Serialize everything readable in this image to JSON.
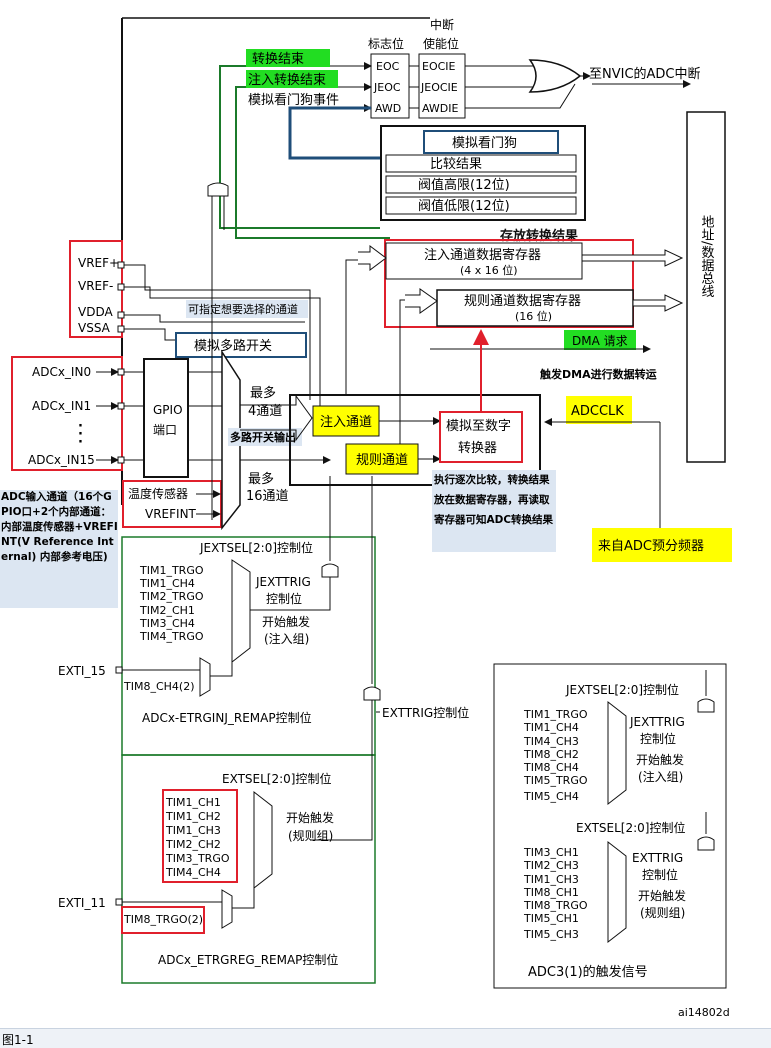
{
  "flags": {
    "header_flag": "标志位",
    "header_interrupt_line1": "中断",
    "header_interrupt_line2": "使能位",
    "eoc": "EOC",
    "jeoc": "JEOC",
    "awd": "AWD",
    "eocie": "EOCIE",
    "jeocie": "JEOCIE",
    "awdie": "AWDIE",
    "nvic": "至NVIC的ADC中断"
  },
  "events": {
    "conversion_end": "转换结束",
    "injected_end": "注入转换结束",
    "watchdog_event": "模拟看门狗事件"
  },
  "watchdog": {
    "title": "模拟看门狗",
    "compare_result": "比较结果",
    "high_threshold": "阀值高限(12位)",
    "low_threshold": "阀值低限(12位)"
  },
  "registers": {
    "store_result": "存放转换结果",
    "injected_reg": "注入通道数据寄存器",
    "injected_reg_size": "(4 x 16 位)",
    "regular_reg": "规则通道数据寄存器",
    "regular_reg_size": "(16 位)",
    "dma_request": "DMA 请求",
    "dma_note": "触发DMA进行数据转运",
    "bus": "地址/数据总线"
  },
  "inputs": {
    "vref_plus": "VREF+",
    "vref_minus": "VREF-",
    "vdda": "VDDA",
    "vssa": "VSSA",
    "in0": "ADCx_IN0",
    "in1": "ADCx_IN1",
    "in15": "ADCx_IN15",
    "gpio_line1": "GPIO",
    "gpio_line2": "端口",
    "temp_sensor": "温度传感器",
    "vrefint": "VREFINT",
    "select_channel_note": "可指定想要选择的通道",
    "adc_inputs_note": "ADC输入通道（16个GPIO口+2个内部通道：内部温度传感器+VREFINT(V Reference Internal) 内部参考电压)"
  },
  "mux": {
    "title": "模拟多路开关",
    "up_to": "最多",
    "four_channels": "4通道",
    "mux_output": "多路开关输出",
    "up_to2": "最多",
    "sixteen_channels": "16通道"
  },
  "core": {
    "injected_channel": "注入通道",
    "regular_channel": "规则通道",
    "adc_line1": "模拟至数字",
    "adc_line2": "转换器",
    "adcclk": "ADCCLK",
    "conversion_note": "执行逐次比较，转换结果放在数据寄存器，再读取寄存器可知ADC转换结果",
    "prescaler": "来自ADC预分频器"
  },
  "injected_trigger": {
    "jextsel": "JEXTSEL[2:0]控制位",
    "sources": [
      "TIM1_TRGO",
      "TIM1_CH4",
      "TIM2_TRGO",
      "TIM2_CH1",
      "TIM3_CH4",
      "TIM4_TRGO"
    ],
    "jexttrig_line1": "JEXTTRIG",
    "jexttrig_line2": "控制位",
    "start_line1": "开始触发",
    "start_line2": "(注入组)",
    "exti15": "EXTI_15",
    "tim8_ch4": "TIM8_CH4(2)",
    "remap": "ADCx-ETRGINJ_REMAP控制位"
  },
  "regular_trigger": {
    "exttrig": "EXTTRIG控制位",
    "extsel": "EXTSEL[2:0]控制位",
    "sources": [
      "TIM1_CH1",
      "TIM1_CH2",
      "TIM1_CH3",
      "TIM2_CH2",
      "TIM3_TRGO",
      "TIM4_CH4"
    ],
    "start_line1": "开始触发",
    "start_line2": "(规则组)",
    "exti11": "EXTI_11",
    "tim8_trgo": "TIM8_TRGO(2)",
    "remap": "ADCx_ETRGREG_REMAP控制位"
  },
  "adc3": {
    "jextsel": "JEXTSEL[2:0]控制位",
    "inj_sources": [
      "TIM1_TRGO",
      "TIM1_CH4",
      "TIM4_CH3",
      "TIM8_CH2",
      "TIM8_CH4",
      "TIM5_TRGO",
      "TIM5_CH4"
    ],
    "jexttrig_line1": "JEXTTRIG",
    "jexttrig_line2": "控制位",
    "inj_start_line1": "开始触发",
    "inj_start_line2": "(注入组)",
    "extsel": "EXTSEL[2:0]控制位",
    "reg_sources": [
      "TIM3_CH1",
      "TIM2_CH3",
      "TIM1_CH3",
      "TIM8_CH1",
      "TIM8_TRGO",
      "TIM5_CH1",
      "TIM5_CH3"
    ],
    "exttrig_line1": "EXTTRIG",
    "exttrig_line2": "控制位",
    "reg_start_line1": "开始触发",
    "reg_start_line2": "(规则组)",
    "title": "ADC3(1)的触发信号"
  },
  "footer": {
    "figure_id": "ai14802d",
    "caption": "图1-1"
  },
  "colors": {
    "red": "#e0202c",
    "green": "#1b7a2a",
    "navy": "#1f4e79",
    "yellow": "#ffff00",
    "lime": "#22dd22",
    "note_bg": "#dce6f2"
  }
}
